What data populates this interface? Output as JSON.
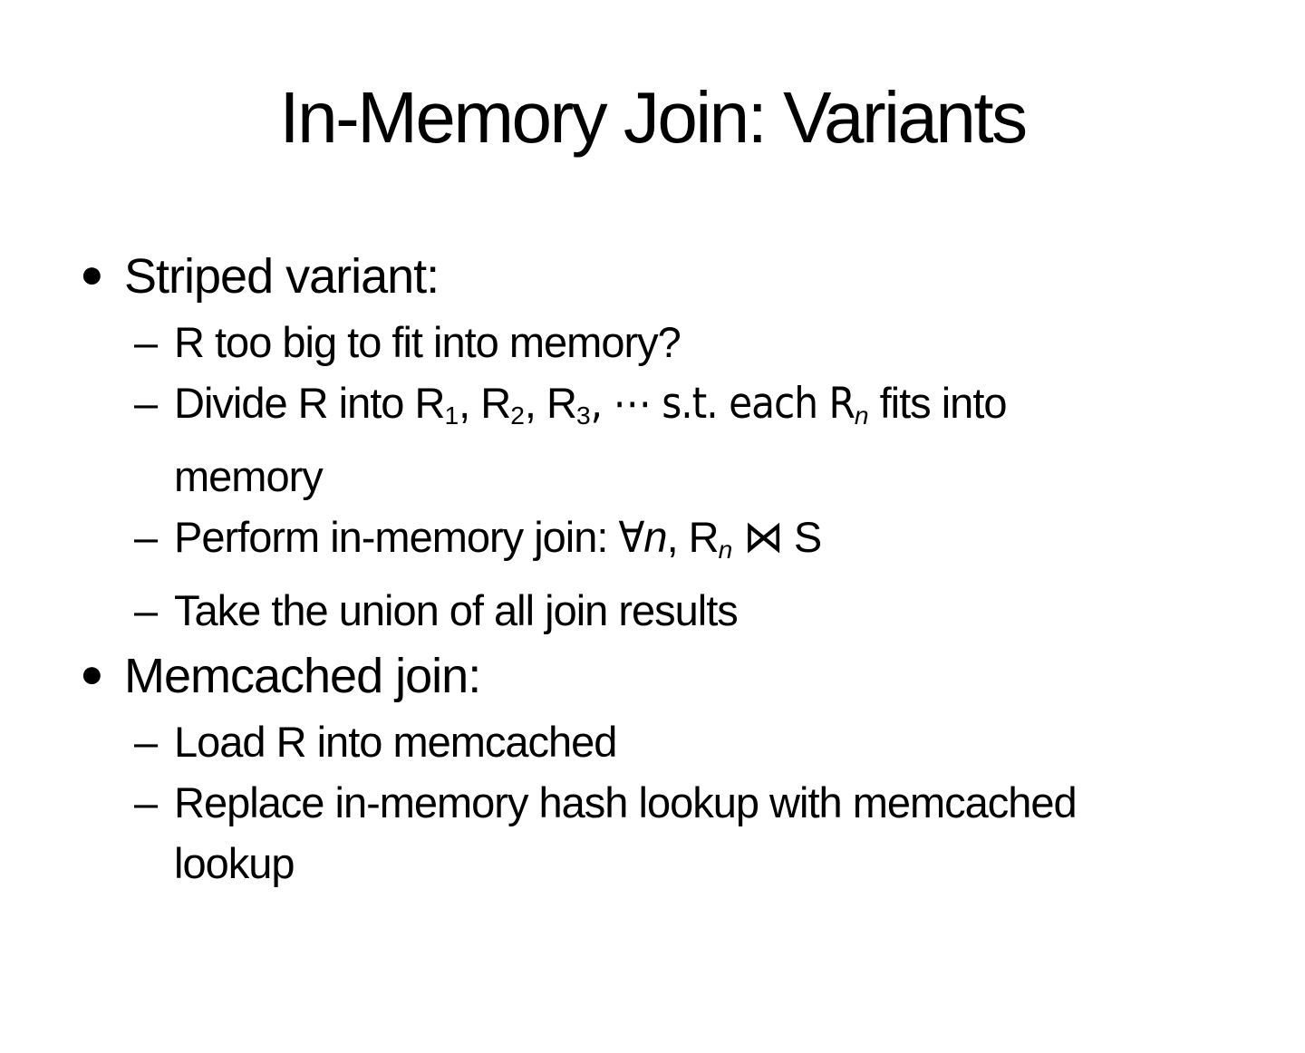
{
  "slide": {
    "title": "In-Memory Join: Variants",
    "bullet_glyph": "●",
    "dash_glyph": "–",
    "sections": [
      {
        "heading": "Striped variant:",
        "items": {
          "i0": {
            "text": "R too big to fit into memory?"
          },
          "i1": {
            "l1a": "Divide R into R",
            "s1": "1",
            "l1b": ", R",
            "s2": "2",
            "l1c": ", R",
            "s3": "3",
            "l1d": ", ⋯ s.t. each R",
            "sn": "n",
            "l1e": " fits into",
            "l2": "memory"
          },
          "i2": {
            "a": "Perform in-memory join: ",
            "forall": "∀",
            "n": "n",
            "b": ", R",
            "sn": "n",
            "c": " ",
            "join": "⋈",
            "d": " S"
          },
          "i3": {
            "text": "Take the union of all join results"
          }
        }
      },
      {
        "heading": "Memcached join:",
        "items": {
          "i0": {
            "text": "Load R into memcached"
          },
          "i1": {
            "l1": "Replace in-memory hash lookup with memcached",
            "l2": "lookup"
          }
        }
      }
    ]
  }
}
